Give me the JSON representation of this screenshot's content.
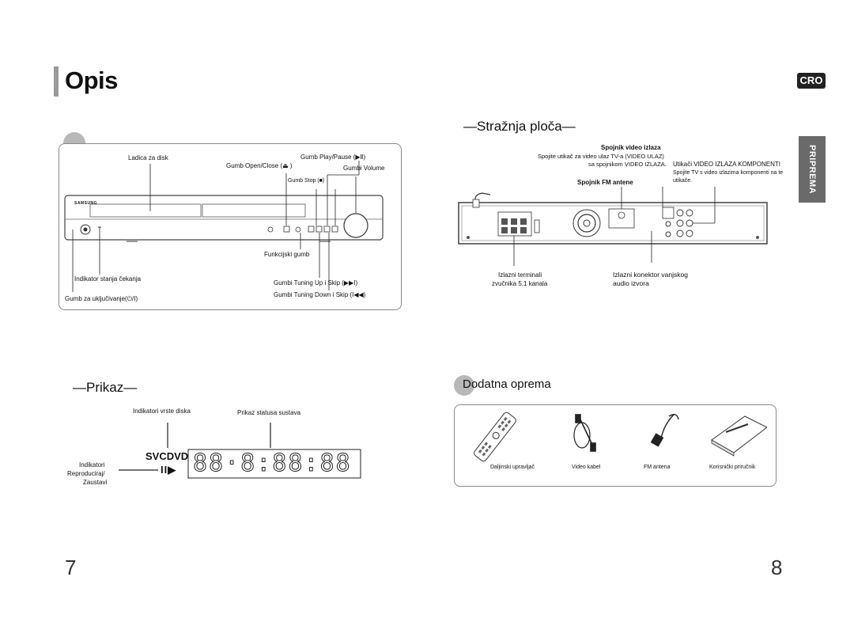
{
  "header": {
    "title": "Opis",
    "lang_badge": "CRO",
    "side_tab": "PRIPREMA"
  },
  "front": {
    "brand": "SAMSUNG",
    "labels": {
      "disc_tray": "Ladica za disk",
      "play_pause": "Gumb Play/Pause (▶Ⅱ)",
      "open_close": "Gumb Open/Close (⏏ )",
      "volume": "Gumbi Volume",
      "stop": "Gumb Stop (■)",
      "function": "Funkcijski gumb",
      "standby": "Indikator stanja čekanja",
      "tuning_up": "Gumbi Tuning Up i Skip (▶▶I)",
      "tuning_down": "Gumbi Tuning Down i Skip (I◀◀)",
      "power": "Gumb za uključivanje(⏻/I)"
    }
  },
  "rear": {
    "heading": "—Stražnja ploča—",
    "video_out_title": "Spojnik video izlaza",
    "video_out_desc_1": "Spojite utikač za video ulaz TV-a (VIDEO ULAZ)",
    "video_out_desc_2": "sa spojnikom VIDEO IZLAZA.",
    "component_title": "Utikači VIDEO IZLAZA KOMPONENTI",
    "component_desc_1": "Spojite TV s video izlazima komponenti na te",
    "component_desc_2": "utikače.",
    "fm": "Spojnik FM antene",
    "speaker_1": "Izlazni terminali",
    "speaker_2": "zvučnika 5.1 kanala",
    "ext_audio_1": "Izlazni konektor vanjskog",
    "ext_audio_2": "audio izvora"
  },
  "display": {
    "heading": "—Prikaz—",
    "disc_indicators": "Indikatori vrste diska",
    "status": "Prikaz statusa sustava",
    "svcdvd": "SVCDVD",
    "indicators_1": "Indikatori",
    "indicators_2": "Reproduciraj/",
    "indicators_3": "Zaustavi",
    "digits": "88·8:88:88"
  },
  "accessories": {
    "heading": "Dodatna oprema",
    "items": [
      {
        "label": "Daljinski upravljač"
      },
      {
        "label": "Video kabel"
      },
      {
        "label": "FM antena"
      },
      {
        "label": "Korisnički priručnik"
      }
    ]
  },
  "pages": {
    "left": "7",
    "right": "8"
  }
}
